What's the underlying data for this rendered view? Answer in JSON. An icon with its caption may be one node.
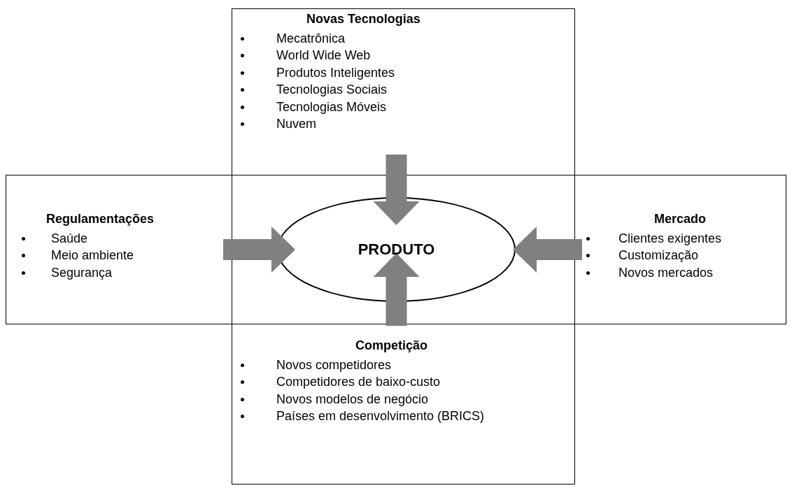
{
  "diagram": {
    "nodes": [
      {
        "text": [
          "Novas Tecnologias",
          "Mecatrônica",
          "World Wide Web",
          "Produtos Inteligentes",
          "Tecnologias Sociais",
          "Tecnologias Móveis",
          "Nuvem"
        ]
      },
      {
        "text": [
          "Regulamentações",
          "Saúde",
          "Meio ambiente",
          "Segurança"
        ]
      },
      {
        "text": [
          "PRODUTO"
        ]
      },
      {
        "text": [
          "Mercado",
          "Clientes exigentes",
          "Customização",
          "Novos mercados"
        ]
      },
      {
        "text": [
          "Competição",
          "Novos competidores",
          "Competidores de baixo-custo",
          "Novos modelos de negócio",
          "Países em desenvolvimento (BRICS)"
        ]
      }
    ],
    "edges": [
      {
        "from": 0,
        "to": 2,
        "arrow": "to",
        "style": "thick"
      },
      {
        "from": 1,
        "to": 2,
        "arrow": "to",
        "style": "thick"
      },
      {
        "from": 3,
        "to": 2,
        "arrow": "to",
        "style": "thick"
      },
      {
        "from": 4,
        "to": 2,
        "arrow": "to",
        "style": "thick"
      }
    ]
  }
}
